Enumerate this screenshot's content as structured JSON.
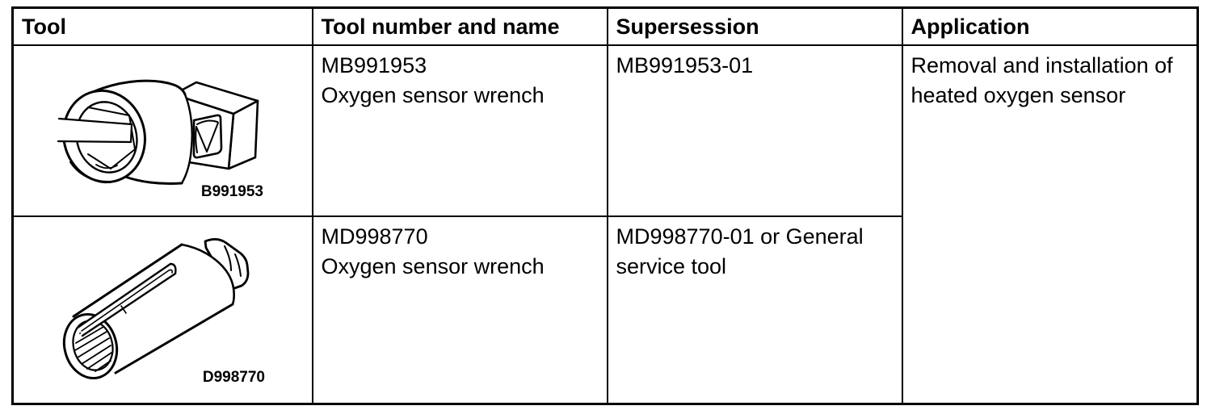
{
  "colors": {
    "border": "#000000",
    "background": "#ffffff",
    "text": "#000000"
  },
  "table": {
    "headers": [
      "Tool",
      "Tool number and name",
      "Supersession",
      "Application"
    ],
    "rows": [
      {
        "image_label": "B991953",
        "image_description": "oxygen-sensor-wrench-socket-with-square-drive-block",
        "tool_number": "MB991953",
        "tool_name": "Oxygen sensor wrench",
        "supersession": "MB991953-01"
      },
      {
        "image_label": "D998770",
        "image_description": "oxygen-sensor-wrench-slotted-socket",
        "tool_number": "MD998770",
        "tool_name": "Oxygen sensor wrench",
        "supersession": "MD998770-01 or General service tool"
      }
    ],
    "application": "Removal and installation of heated oxygen sensor"
  }
}
